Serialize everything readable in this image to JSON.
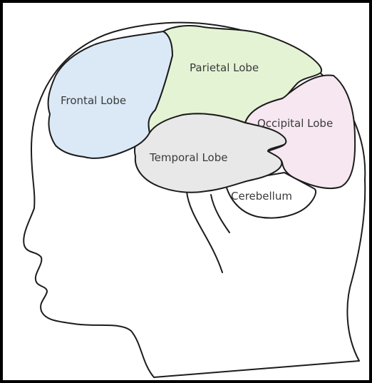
{
  "labels": {
    "frontal": "Frontal Lobe",
    "parietal": "Parietal Lobe",
    "occipital": "Occipital Lobe",
    "temporal": "Temporal Lobe",
    "cerebellum": "Cerebellum"
  },
  "colors": {
    "frontal": "#dbe9f7",
    "parietal": "#e5f3d5",
    "occipital": "#f6e7f0",
    "temporal": "#e8e8e8",
    "outline": "#1c1c1c",
    "background": "#ffffff",
    "border": "#000000"
  }
}
